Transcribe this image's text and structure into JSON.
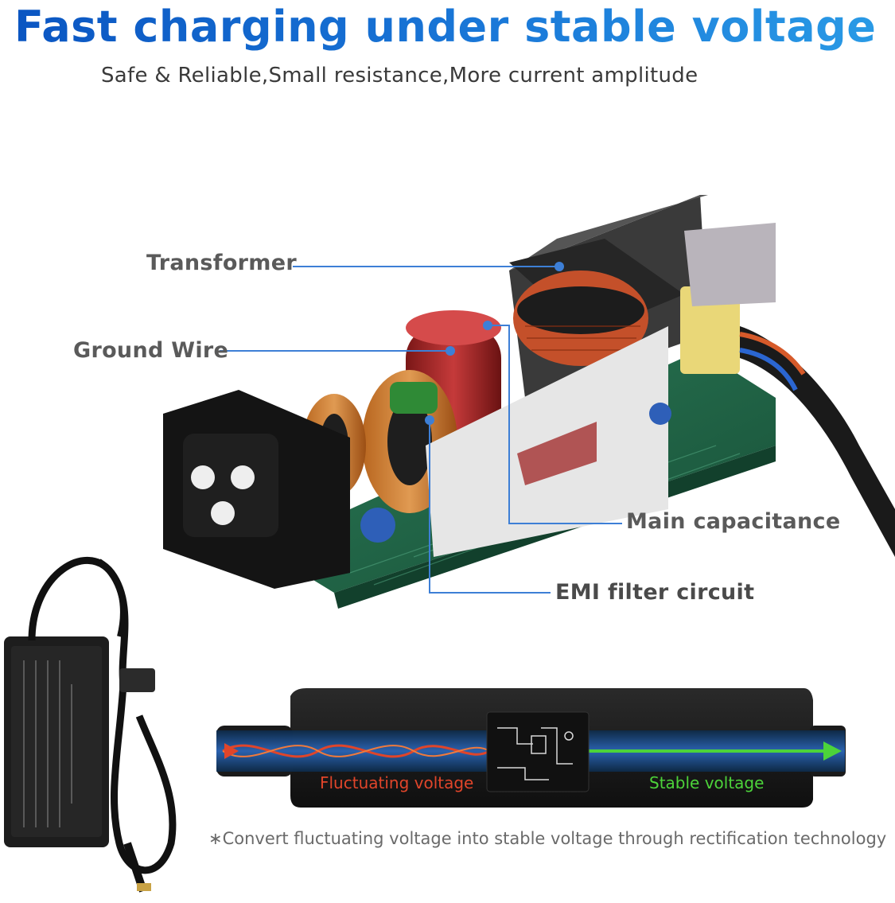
{
  "header": {
    "title": "Fast charging under stable voltage",
    "subtitle": "Safe & Reliable,Small resistance,More current amplitude"
  },
  "callouts": {
    "transformer": "Transformer",
    "ground_wire": "Ground Wire",
    "main_capacitance": "Main capacitance",
    "emi_filter": "EMI filter circuit"
  },
  "voltage_strip": {
    "fluctuating": "Fluctuating voltage",
    "stable": "Stable voltage"
  },
  "footnote": "∗Convert fluctuating voltage into stable voltage through rectification technology",
  "colors": {
    "title_blue": "#1a6fd4",
    "leader_line": "#3d7fd6",
    "fluctuating_red": "#e0452a",
    "stable_green": "#4cd33a",
    "pcb_green": "#1f6b4a"
  }
}
